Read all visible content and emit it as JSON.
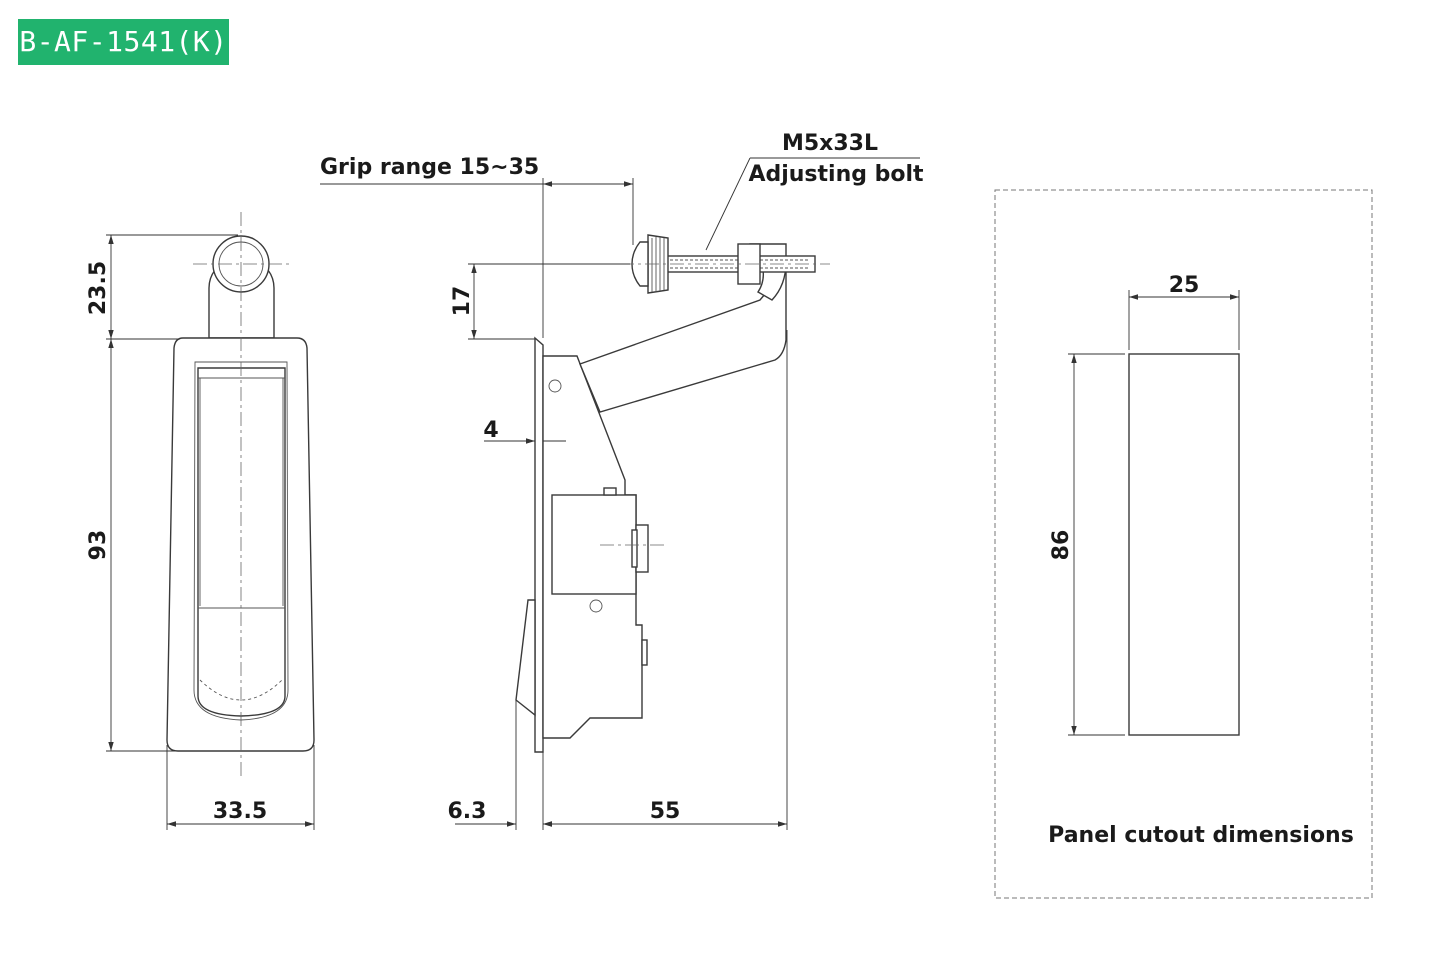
{
  "model_code": "B-AF-1541(K)",
  "colors": {
    "badge_background": "#21b36e",
    "badge_text": "#ffffff",
    "line": "#3a3a3a"
  },
  "front_view": {
    "dim_knob_height": "23.5",
    "dim_body_height": "93",
    "dim_body_width": "33.5"
  },
  "side_view": {
    "grip_range_label": "Grip range 15~35",
    "bolt_spec": "M5x33L",
    "bolt_name": "Adjusting bolt",
    "dim_offset_17": "17",
    "dim_thickness_4": "4",
    "dim_flange_6_3": "6.3",
    "dim_depth_55": "55"
  },
  "cutout": {
    "dim_width": "25",
    "dim_height": "86",
    "caption": "Panel cutout dimensions"
  }
}
